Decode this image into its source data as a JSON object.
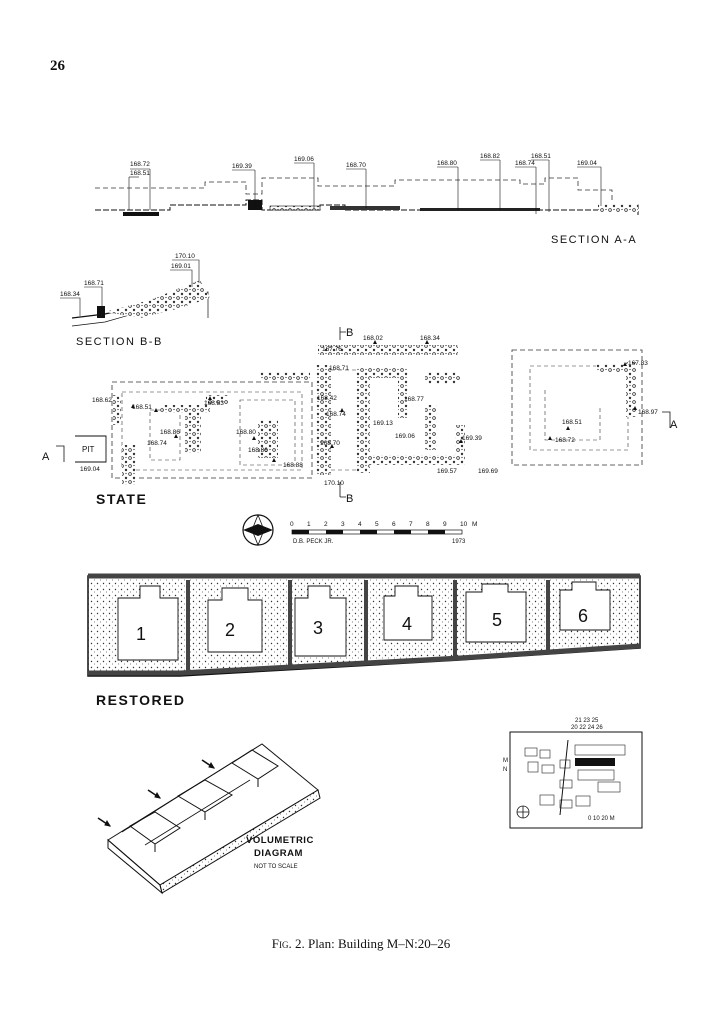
{
  "page": {
    "number": "26"
  },
  "caption": {
    "fig": "Fig. 2.",
    "text": " Plan: Building M–N:20–26"
  },
  "section_aa": {
    "title": "SECTION A-A",
    "elevations": [
      "168.72",
      "168.51",
      "169.39",
      "169.06",
      "168.70",
      "168.80",
      "168.82",
      "168.74",
      "168.51",
      "169.04"
    ]
  },
  "section_bb": {
    "title": "SECTION B-B",
    "elevations": [
      "170.10",
      "169.01",
      "168.71",
      "168.34"
    ]
  },
  "state_plan": {
    "title": "STATE",
    "pit": "PIT",
    "marker_a": "A",
    "marker_b": "B",
    "elevations": [
      "168.02",
      "168.34",
      "167.76",
      "168.71",
      "168.62",
      "168.53",
      "168.51",
      "168.42",
      "168.77",
      "168.74",
      "169.13",
      "168.86",
      "168.80",
      "168.74",
      "168.70",
      "169.06",
      "169.39",
      "168.86",
      "168.88",
      "169.04",
      "169.57",
      "169.69",
      "170.10",
      "167.83",
      "168.97",
      "168.51",
      "168.72"
    ]
  },
  "scale_bar": {
    "ticks": [
      "0",
      "1",
      "2",
      "3",
      "4",
      "5",
      "6",
      "7",
      "8",
      "9",
      "10"
    ],
    "unit": "M",
    "credit": "D.B. PECK JR.",
    "year": "1973"
  },
  "restored_plan": {
    "title": "RESTORED",
    "rooms": [
      "1",
      "2",
      "3",
      "4",
      "5",
      "6"
    ]
  },
  "volumetric": {
    "line1": "VOLUMETRIC",
    "line2": "DIAGRAM",
    "line3": "NOT TO SCALE"
  },
  "key_plan": {
    "top_row1": "21   23   25",
    "top_row2": "20  22  24  26",
    "side_m": "M",
    "side_n": "N",
    "scale": "0   10   20 M"
  }
}
